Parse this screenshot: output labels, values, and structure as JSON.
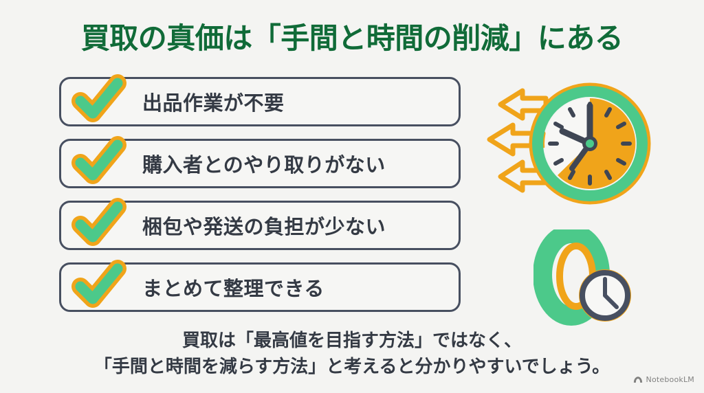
{
  "title": "買取の真価は「手間と時間の削減」にある",
  "checklist": {
    "items": [
      {
        "label": "出品作業が不要",
        "icon": "check-icon"
      },
      {
        "label": "購入者とのやり取りがない",
        "icon": "check-icon"
      },
      {
        "label": "梱包や発送の負担が少ない",
        "icon": "check-icon"
      },
      {
        "label": "まとめて整理できる",
        "icon": "check-icon"
      }
    ]
  },
  "illustrations": {
    "clock": {
      "name": "clock-with-arrows-icon",
      "arrow_count": 3,
      "arrow_direction": "left",
      "hands": {
        "minute": "12:00",
        "hour": "7:30"
      }
    },
    "zero": {
      "name": "zero-with-small-clock-icon",
      "digit": "0",
      "small_clock_time": "4:30"
    }
  },
  "footer": {
    "line1": "買取は「最高値を目指す方法」ではなく、",
    "line2": "「手間と時間を減らす方法」と考えると分かりやすいでしょう。"
  },
  "watermark": {
    "label": "NotebookLM",
    "icon": "notebooklm-logo-icon"
  },
  "colors": {
    "background": "#f4f4f2",
    "title_green": "#106b38",
    "accent_green": "#4cc98a",
    "accent_orange": "#f0a41a",
    "slate": "#474f60",
    "text_dark": "#343a44"
  }
}
